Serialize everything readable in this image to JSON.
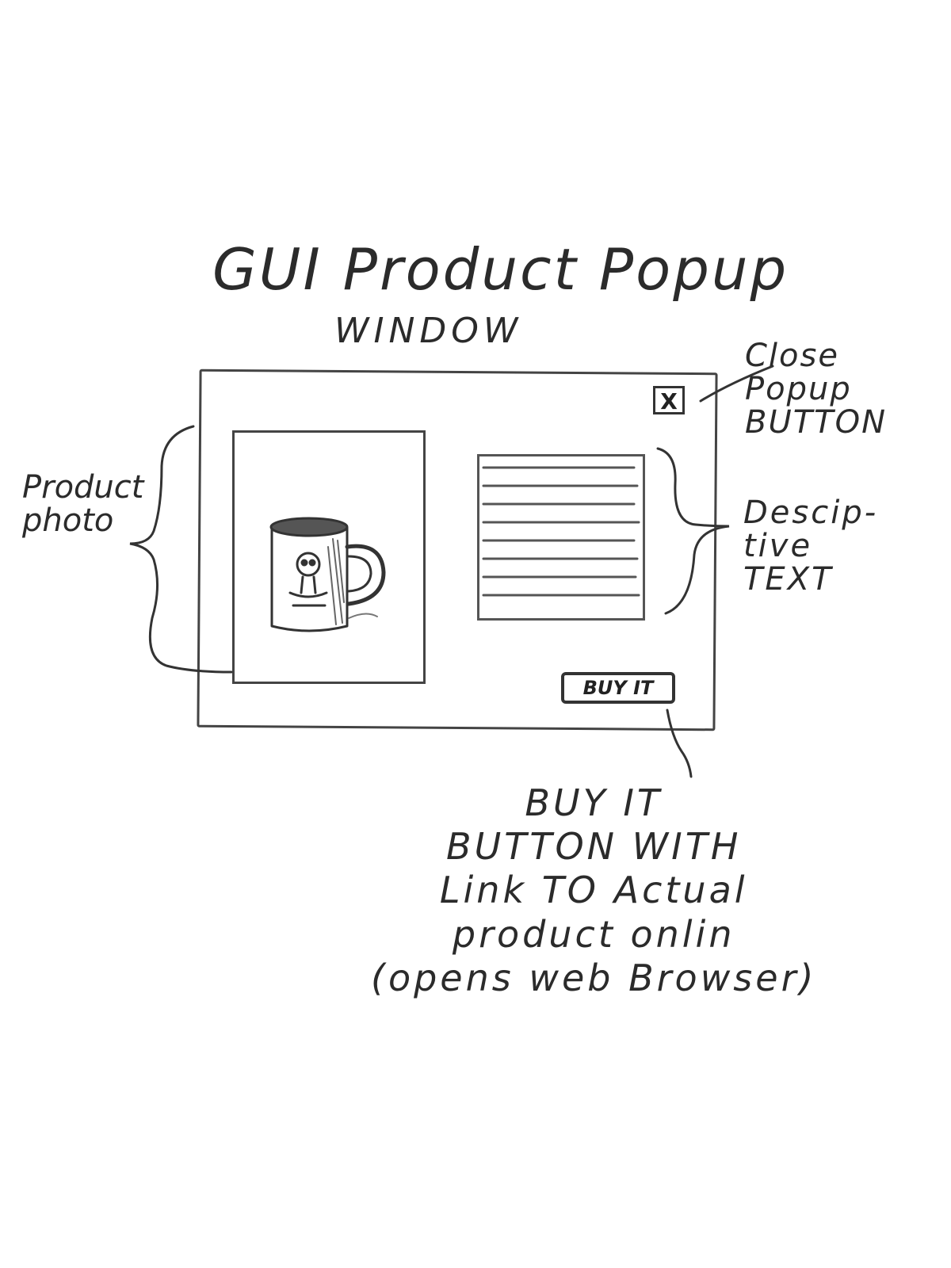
{
  "header": {
    "title": "GUI Product Popup",
    "subtitle": "WINDOW"
  },
  "popup": {
    "close_label": "X",
    "buy_label": "BUY IT"
  },
  "annotations": {
    "product_photo": [
      "Product",
      "photo"
    ],
    "close_popup_button": [
      "Close",
      "Popup",
      "BUTTON"
    ],
    "descriptive_text": [
      "Descip-",
      "tive",
      "TEXT"
    ],
    "buy_it_button": [
      "BUY IT",
      "BUTTON WITH",
      "Link TO Actual",
      "product onlin",
      "(opens web Browser)"
    ]
  },
  "icons": {
    "close": "close-icon",
    "mug": "mug-icon"
  },
  "colors": {
    "ink": "#2b2b2b",
    "paper": "#ffffff"
  }
}
